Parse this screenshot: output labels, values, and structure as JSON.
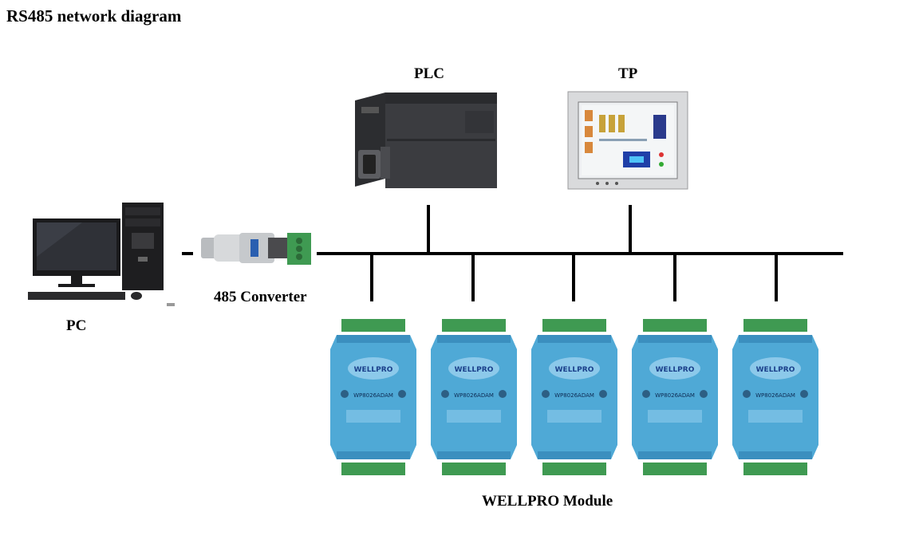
{
  "title": "RS485 network diagram",
  "labels": {
    "plc": "PLC",
    "tp": "TP",
    "pc": "PC",
    "converter": "485 Converter",
    "module_group": "WELLPRO Module"
  },
  "module": {
    "brand": "WELLPRO",
    "model": "WP8026ADAM"
  },
  "colors": {
    "wire": "#000000",
    "module_body": "#4fa9d6",
    "terminal": "#3f9a52"
  }
}
